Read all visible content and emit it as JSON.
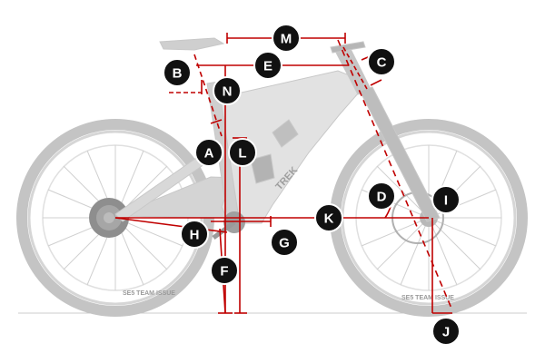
{
  "diagram": {
    "type": "bike-geometry",
    "labels": {
      "A": "A",
      "B": "B",
      "C": "C",
      "D": "D",
      "E": "E",
      "F": "F",
      "G": "G",
      "H": "H",
      "I": "I",
      "J": "J",
      "K": "K",
      "L": "L",
      "M": "M",
      "N": "N"
    },
    "frame_text": "TREK",
    "tire_text": "SE5 TEAM ISSUE",
    "colors": {
      "measure": "#c00000",
      "badge": "#111111",
      "badge_text": "#ffffff",
      "frame": "#d8d8d8",
      "wheel": "#bdbdbd",
      "component": "#a8a8a8"
    }
  }
}
